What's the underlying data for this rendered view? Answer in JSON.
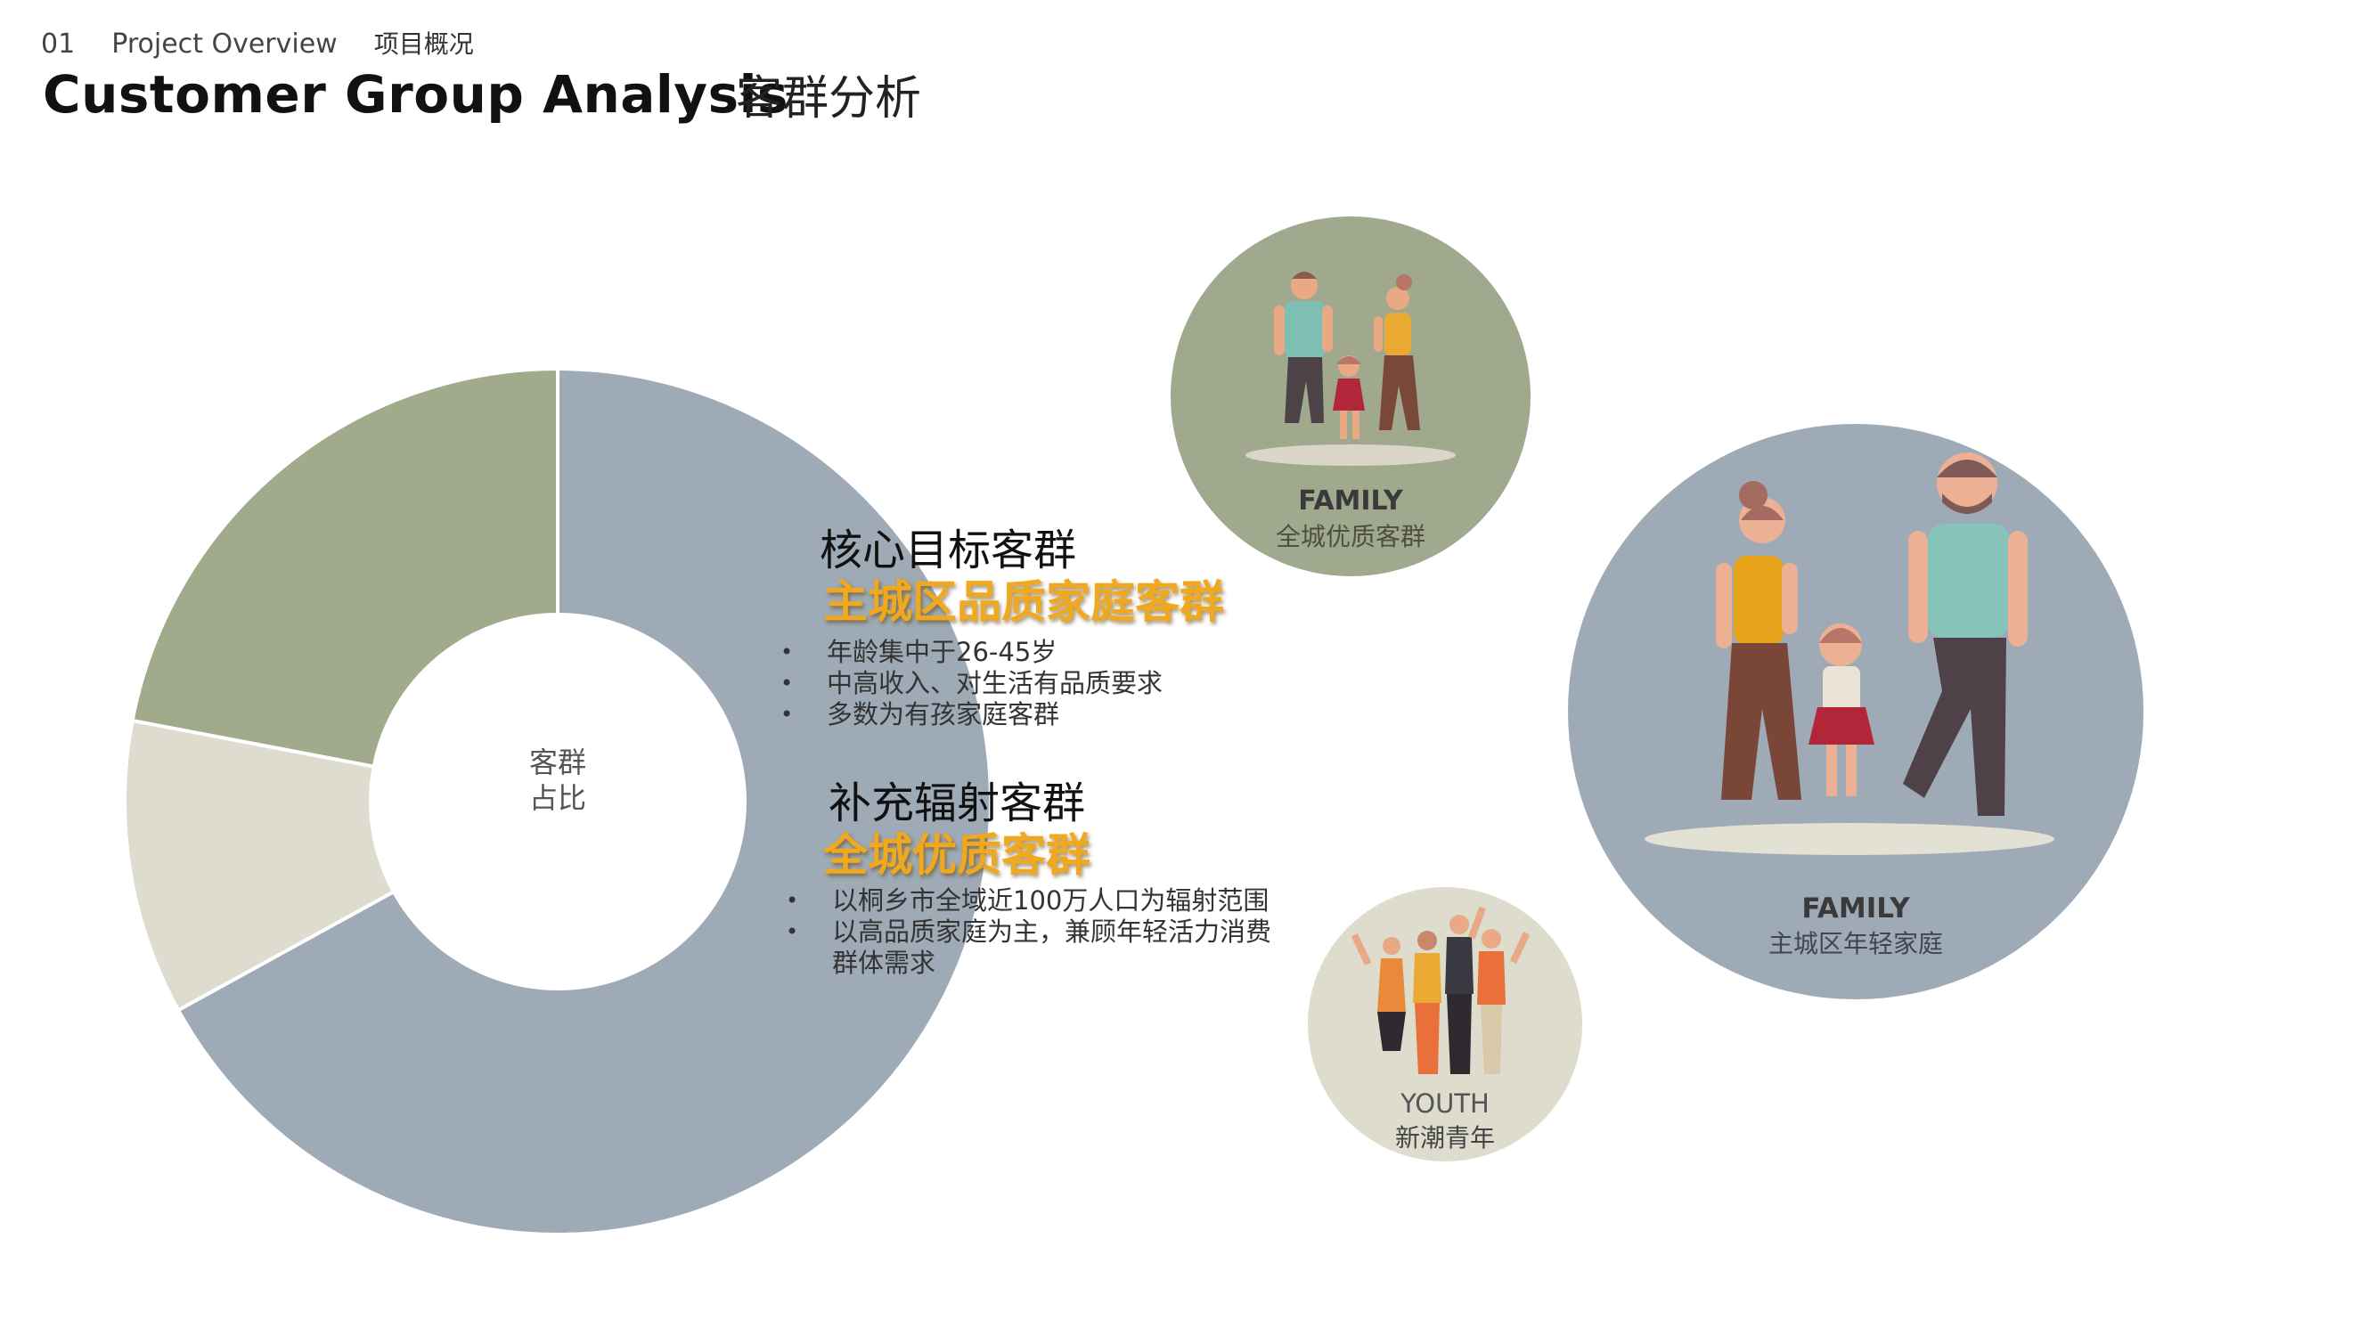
{
  "header": {
    "kicker_number": "01",
    "kicker_en": "Project Overview",
    "kicker_cn": "项目概况",
    "title_en": "Customer Group Analysis",
    "title_cn": "客群分析"
  },
  "chart_data": {
    "type": "pie",
    "variant": "donut",
    "center_label_line1": "客群",
    "center_label_line2": "占比",
    "slices": [
      {
        "value": 67,
        "color": "#9eaab5"
      },
      {
        "value": 11,
        "color": "#dedccf"
      },
      {
        "value": 22,
        "color": "#a2aa8c"
      }
    ],
    "start_angle_deg": 0,
    "direction": "clockwise"
  },
  "block1": {
    "heading": "核心目标客群",
    "highlight": "主城区品质家庭客群",
    "bullets": [
      "年龄集中于26-45岁",
      "中高收入、对生活有品质要求",
      "多数为有孩家庭客群"
    ]
  },
  "block2": {
    "heading": "补充辐射客群",
    "highlight": "全城优质客群",
    "bullets": [
      "以桐乡市全域近100万人口为辐射范围",
      "以高品质家庭为主，兼顾年轻活力消费群体需求"
    ]
  },
  "personas": {
    "family_small": {
      "label_en": "FAMILY",
      "label_cn": "全城优质客群",
      "color": "#a0a98e",
      "icon": "family-illustration-icon"
    },
    "family_large": {
      "label_en": "FAMILY",
      "label_cn": "主城区年轻家庭",
      "color": "#9eaab5",
      "icon": "family-illustration-icon"
    },
    "youth": {
      "label_en": "YOUTH",
      "label_cn": "新潮青年",
      "color": "#dedccc",
      "icon": "youth-group-illustration-icon"
    }
  },
  "colors": {
    "accent": "#f0a81e"
  }
}
